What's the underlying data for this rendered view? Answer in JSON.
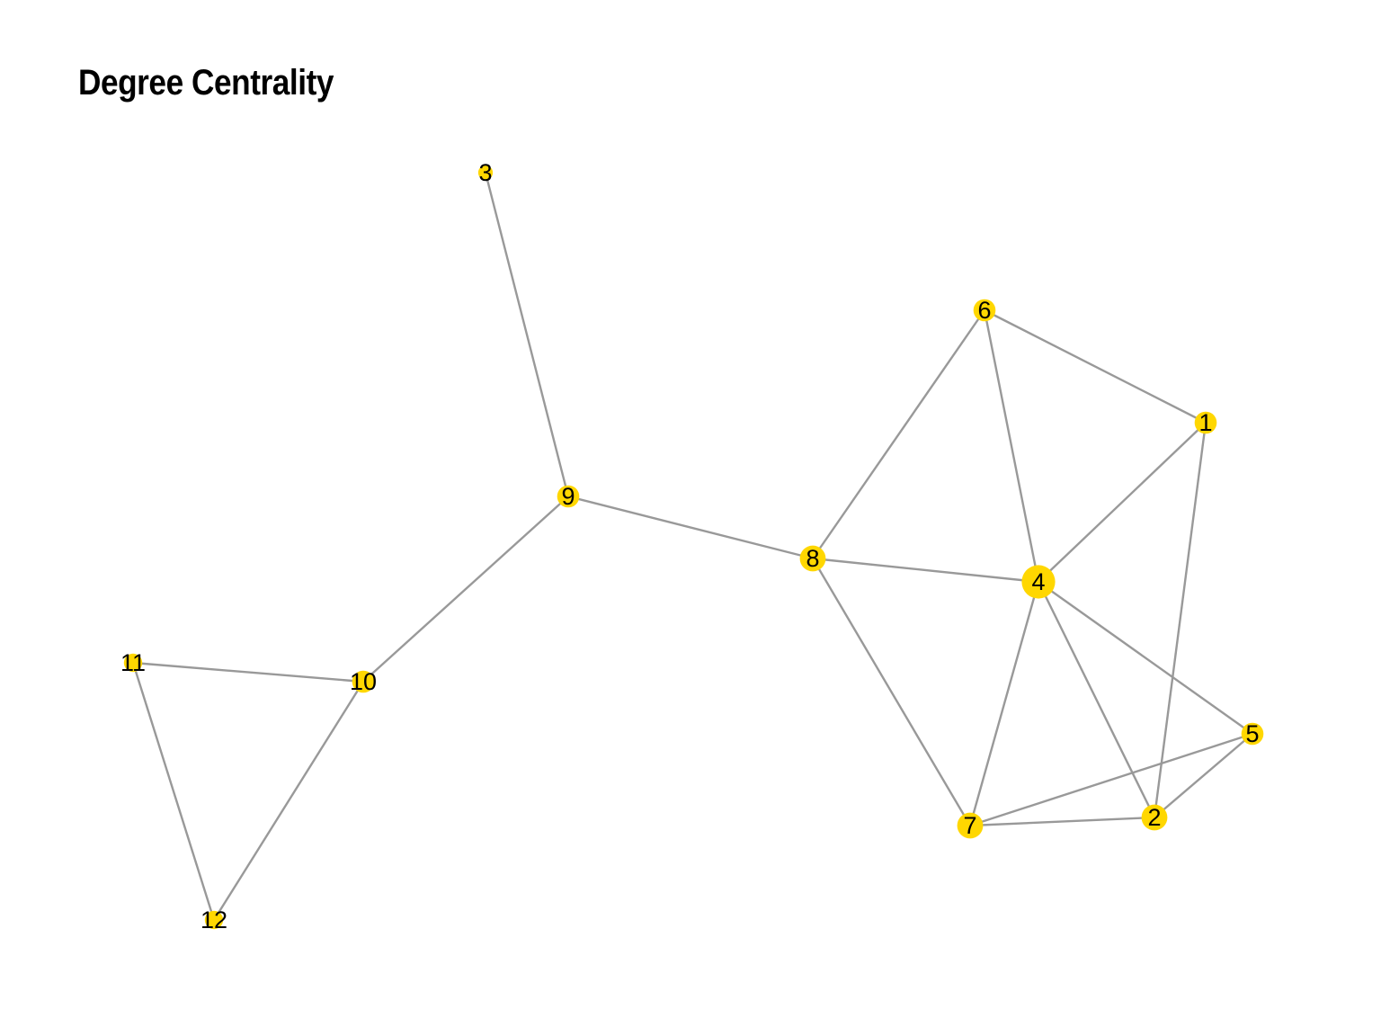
{
  "title": "Degree Centrality",
  "colors": {
    "node": "#FFD700",
    "edge": "#999999",
    "label": "#000000"
  },
  "nodes": [
    {
      "id": "1",
      "label": "1",
      "degree": 3
    },
    {
      "id": "2",
      "label": "2",
      "degree": 4
    },
    {
      "id": "3",
      "label": "3",
      "degree": 1
    },
    {
      "id": "4",
      "label": "4",
      "degree": 6
    },
    {
      "id": "5",
      "label": "5",
      "degree": 3
    },
    {
      "id": "6",
      "label": "6",
      "degree": 3
    },
    {
      "id": "7",
      "label": "7",
      "degree": 4
    },
    {
      "id": "8",
      "label": "8",
      "degree": 4
    },
    {
      "id": "9",
      "label": "9",
      "degree": 3
    },
    {
      "id": "10",
      "label": "10",
      "degree": 3
    },
    {
      "id": "11",
      "label": "11",
      "degree": 2
    },
    {
      "id": "12",
      "label": "12",
      "degree": 2
    }
  ],
  "edges": [
    [
      "3",
      "9"
    ],
    [
      "9",
      "8"
    ],
    [
      "9",
      "10"
    ],
    [
      "10",
      "11"
    ],
    [
      "10",
      "12"
    ],
    [
      "11",
      "12"
    ],
    [
      "8",
      "6"
    ],
    [
      "8",
      "4"
    ],
    [
      "8",
      "7"
    ],
    [
      "6",
      "1"
    ],
    [
      "6",
      "4"
    ],
    [
      "1",
      "4"
    ],
    [
      "1",
      "2"
    ],
    [
      "4",
      "5"
    ],
    [
      "4",
      "7"
    ],
    [
      "4",
      "2"
    ],
    [
      "7",
      "2"
    ],
    [
      "7",
      "5"
    ],
    [
      "2",
      "5"
    ]
  ]
}
